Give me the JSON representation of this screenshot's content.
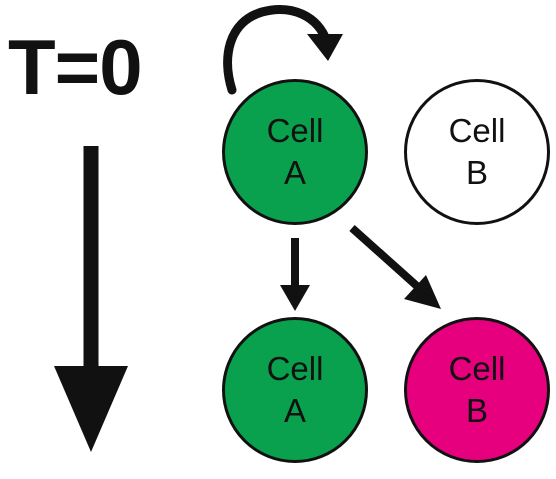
{
  "time_label": "T=0",
  "colors": {
    "cell_a": "#0aa14e",
    "cell_b_initial": "#ffffff",
    "cell_b_final": "#e6007e",
    "stroke": "#111111"
  },
  "cells": {
    "top_a": {
      "line1": "Cell",
      "line2": "A"
    },
    "top_b": {
      "line1": "Cell",
      "line2": "B"
    },
    "bottom_a": {
      "line1": "Cell",
      "line2": "A"
    },
    "bottom_b": {
      "line1": "Cell",
      "line2": "B"
    }
  },
  "icons": {
    "time_arrow": "down-arrow-icon",
    "self_renewal": "curved-arrow-icon",
    "division_a": "down-arrow-icon",
    "division_b": "diagonal-arrow-icon"
  }
}
